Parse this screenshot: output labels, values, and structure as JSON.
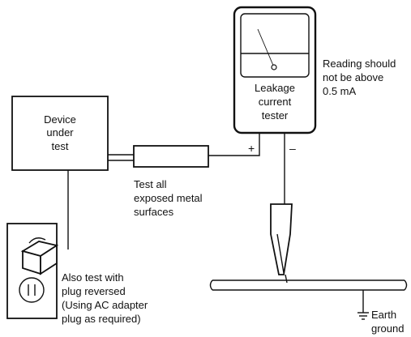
{
  "device_under_test": {
    "label_lines": [
      "Device",
      "under",
      "test"
    ]
  },
  "tester": {
    "label_lines": [
      "Leakage",
      "current",
      "tester"
    ],
    "plus_sign": "+",
    "minus_sign": "–"
  },
  "reading_note": {
    "lines": [
      "Reading should",
      "not be above",
      "0.5 mA"
    ]
  },
  "probe_note": {
    "lines": [
      "Test all",
      "exposed metal",
      "surfaces"
    ]
  },
  "plug_note": {
    "lines": [
      "Also test with",
      "plug reversed",
      "(Using AC adapter",
      "plug as required)"
    ]
  },
  "earth_ground": {
    "lines": [
      "Earth",
      "ground"
    ]
  },
  "colors": {
    "stroke": "#111111",
    "background": "#ffffff"
  }
}
